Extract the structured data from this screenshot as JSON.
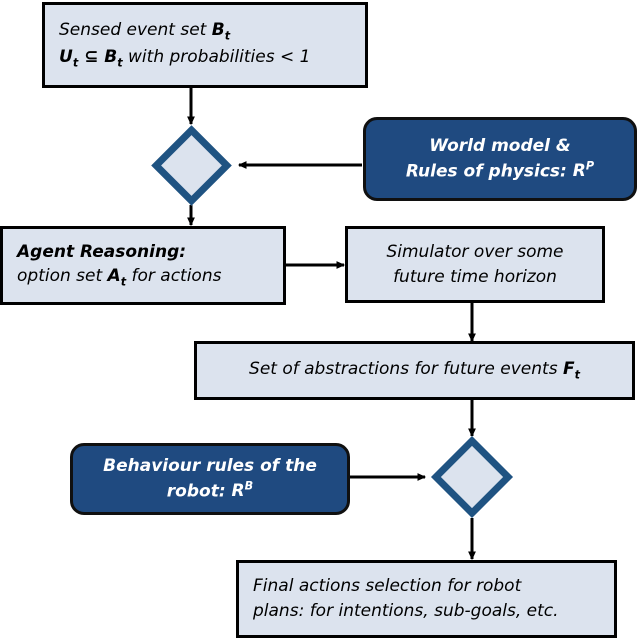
{
  "diagram": {
    "title": "Agent reasoning and action-selection flowchart",
    "type": "flowchart",
    "colors": {
      "light_fill": "#dce3ee",
      "navy_fill": "#1f4a80",
      "diamond_border": "#1f5382",
      "box_border": "#000000",
      "arrow": "#000000",
      "navy_text": "#ffffff",
      "light_text": "#000000"
    },
    "nodes": {
      "sensed_events": {
        "shape": "rectangle",
        "style": "light",
        "line1": "Sensed event set ",
        "line1_sym": "B",
        "line1_sub": "t",
        "line2_a": "U",
        "line2_a_sub": "t",
        "line2_op": " ⊆ ",
        "line2_b": "B",
        "line2_b_sub": "t",
        "line2_rest": "  with probabilities < 1"
      },
      "world_model": {
        "shape": "rounded-rectangle",
        "style": "navy",
        "line1": "World model &",
        "line2": "Rules of physics: ",
        "line2_sym": "R",
        "line2_sup": "P"
      },
      "agent_reasoning": {
        "shape": "rectangle",
        "style": "light",
        "line1": "Agent  Reasoning:",
        "line2_a": "option set  ",
        "line2_sym": "A",
        "line2_sub": "t",
        "line2_rest": "  for actions"
      },
      "simulator": {
        "shape": "rectangle",
        "style": "light",
        "line1": "Simulator over some",
        "line2": "future time horizon"
      },
      "abstractions": {
        "shape": "rectangle",
        "style": "light",
        "line1": "Set of abstractions for future events  ",
        "line1_sym": "F",
        "line1_sub": "t"
      },
      "behaviour_rules": {
        "shape": "rounded-rectangle",
        "style": "navy",
        "line1": "Behaviour rules of the",
        "line2": "robot: ",
        "line2_sym": "R",
        "line2_sup": "B"
      },
      "final_actions": {
        "shape": "rectangle",
        "style": "light",
        "line1": "Final actions selection for robot",
        "line2": "plans: for intentions, sub-goals, etc."
      },
      "merge_top": {
        "shape": "diamond",
        "style": "light-diamond",
        "label": ""
      },
      "merge_bottom": {
        "shape": "diamond",
        "style": "light-diamond",
        "label": ""
      }
    },
    "edges": [
      {
        "from": "sensed_events",
        "to": "merge_top",
        "direction": "down"
      },
      {
        "from": "world_model",
        "to": "merge_top",
        "direction": "left"
      },
      {
        "from": "merge_top",
        "to": "agent_reasoning",
        "direction": "down"
      },
      {
        "from": "agent_reasoning",
        "to": "simulator",
        "direction": "right"
      },
      {
        "from": "simulator",
        "to": "abstractions",
        "direction": "down"
      },
      {
        "from": "abstractions",
        "to": "merge_bottom",
        "direction": "down"
      },
      {
        "from": "behaviour_rules",
        "to": "merge_bottom",
        "direction": "right"
      },
      {
        "from": "merge_bottom",
        "to": "final_actions",
        "direction": "down"
      }
    ]
  }
}
